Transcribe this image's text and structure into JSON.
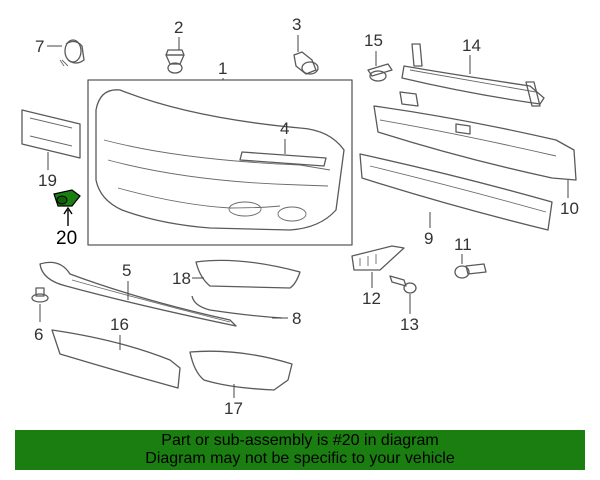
{
  "callouts": {
    "c1": "1",
    "c2": "2",
    "c3": "3",
    "c4": "4",
    "c5": "5",
    "c6": "6",
    "c7": "7",
    "c8": "8",
    "c9": "9",
    "c10": "10",
    "c11": "11",
    "c12": "12",
    "c13": "13",
    "c14": "14",
    "c15": "15",
    "c16": "16",
    "c17": "17",
    "c18": "18",
    "c19": "19",
    "c20": "20"
  },
  "highlight_color": "#1a7f10",
  "notice": {
    "line1": "Part or sub-assembly is #20 in diagram",
    "line2": "Diagram may not be specific to your vehicle"
  }
}
